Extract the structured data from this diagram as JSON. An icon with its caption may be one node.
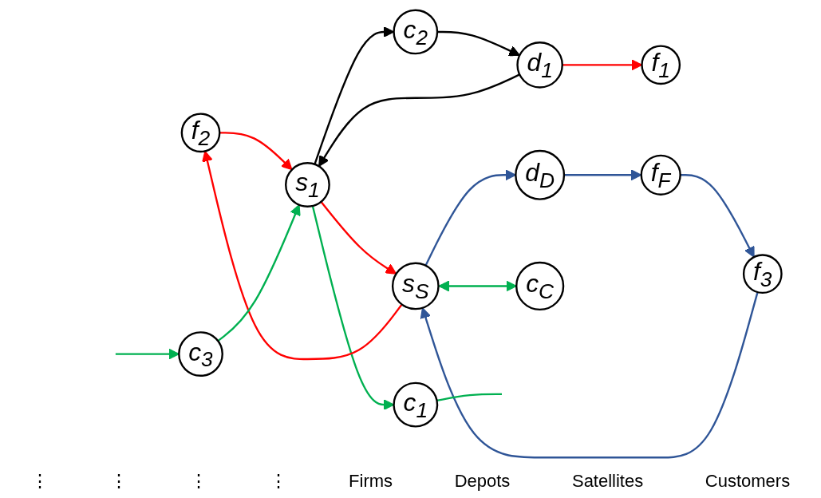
{
  "diagram": {
    "nodes": [
      {
        "text": [
          "f$_{1}$"
        ]
      },
      {
        "text": [
          "f$_{2}$"
        ]
      },
      {
        "text": [
          "f$_{3}$"
        ]
      },
      {
        "text": [
          "f$_{F}$"
        ]
      },
      {
        "text": [
          "d$_{1}$"
        ]
      },
      {
        "text": [
          "d$_{D}$"
        ]
      },
      {
        "text": [
          "s$_{1}$"
        ]
      },
      {
        "text": [
          "s$_{S}$"
        ]
      },
      {
        "text": [
          "c$_{1}$"
        ]
      },
      {
        "text": [
          "c$_{2}$"
        ]
      },
      {
        "text": [
          "c$_{3}$"
        ]
      },
      {
        "text": [
          "c$_{C}$"
        ]
      }
    ],
    "edges": [
      {
        "from": 4,
        "to": 0,
        "arrow": "to",
        "color": "#ff0000"
      },
      {
        "from": 4,
        "to": 6,
        "arrow": "to",
        "color": "#000000"
      },
      {
        "from": 1,
        "to": 6,
        "arrow": "to",
        "color": "#ff0000"
      },
      {
        "from": 6,
        "to": 8,
        "arrow": "to",
        "color": "#00b050"
      },
      {
        "from": 6,
        "to": 9,
        "arrow": "to",
        "color": "#000000"
      },
      {
        "from": 9,
        "to": 4,
        "arrow": "to",
        "color": "#000000"
      },
      {
        "from": 7,
        "to": 1,
        "arrow": "to",
        "color": "#ff0000"
      },
      {
        "from": 10,
        "to": 6,
        "arrow": "to",
        "color": "#00b050"
      },
      {
        "from": 6,
        "to": 7,
        "arrow": "to",
        "color": "#ff0000"
      },
      {
        "from": 2,
        "to": 7,
        "arrow": "to",
        "color": "#2f5597"
      },
      {
        "from": 7,
        "to": 5,
        "arrow": "to",
        "color": "#2f5597"
      },
      {
        "from": 5,
        "to": 3,
        "arrow": "to",
        "color": "#2f5597"
      },
      {
        "from": 3,
        "to": 2,
        "arrow": "to",
        "color": "#2f5597"
      },
      {
        "from": 7,
        "to": 11,
        "arrow": "both",
        "color": "#00b050"
      },
      {
        "from": 8,
        "to": null,
        "arrow": "none",
        "color": "#00b050"
      },
      {
        "from": null,
        "to": 10,
        "arrow": "to",
        "color": "#00b050"
      }
    ],
    "labels": [
      "⋮",
      "⋮",
      "⋮",
      "⋮",
      "Firms",
      "Depots",
      "Satellites",
      "Customers"
    ]
  }
}
